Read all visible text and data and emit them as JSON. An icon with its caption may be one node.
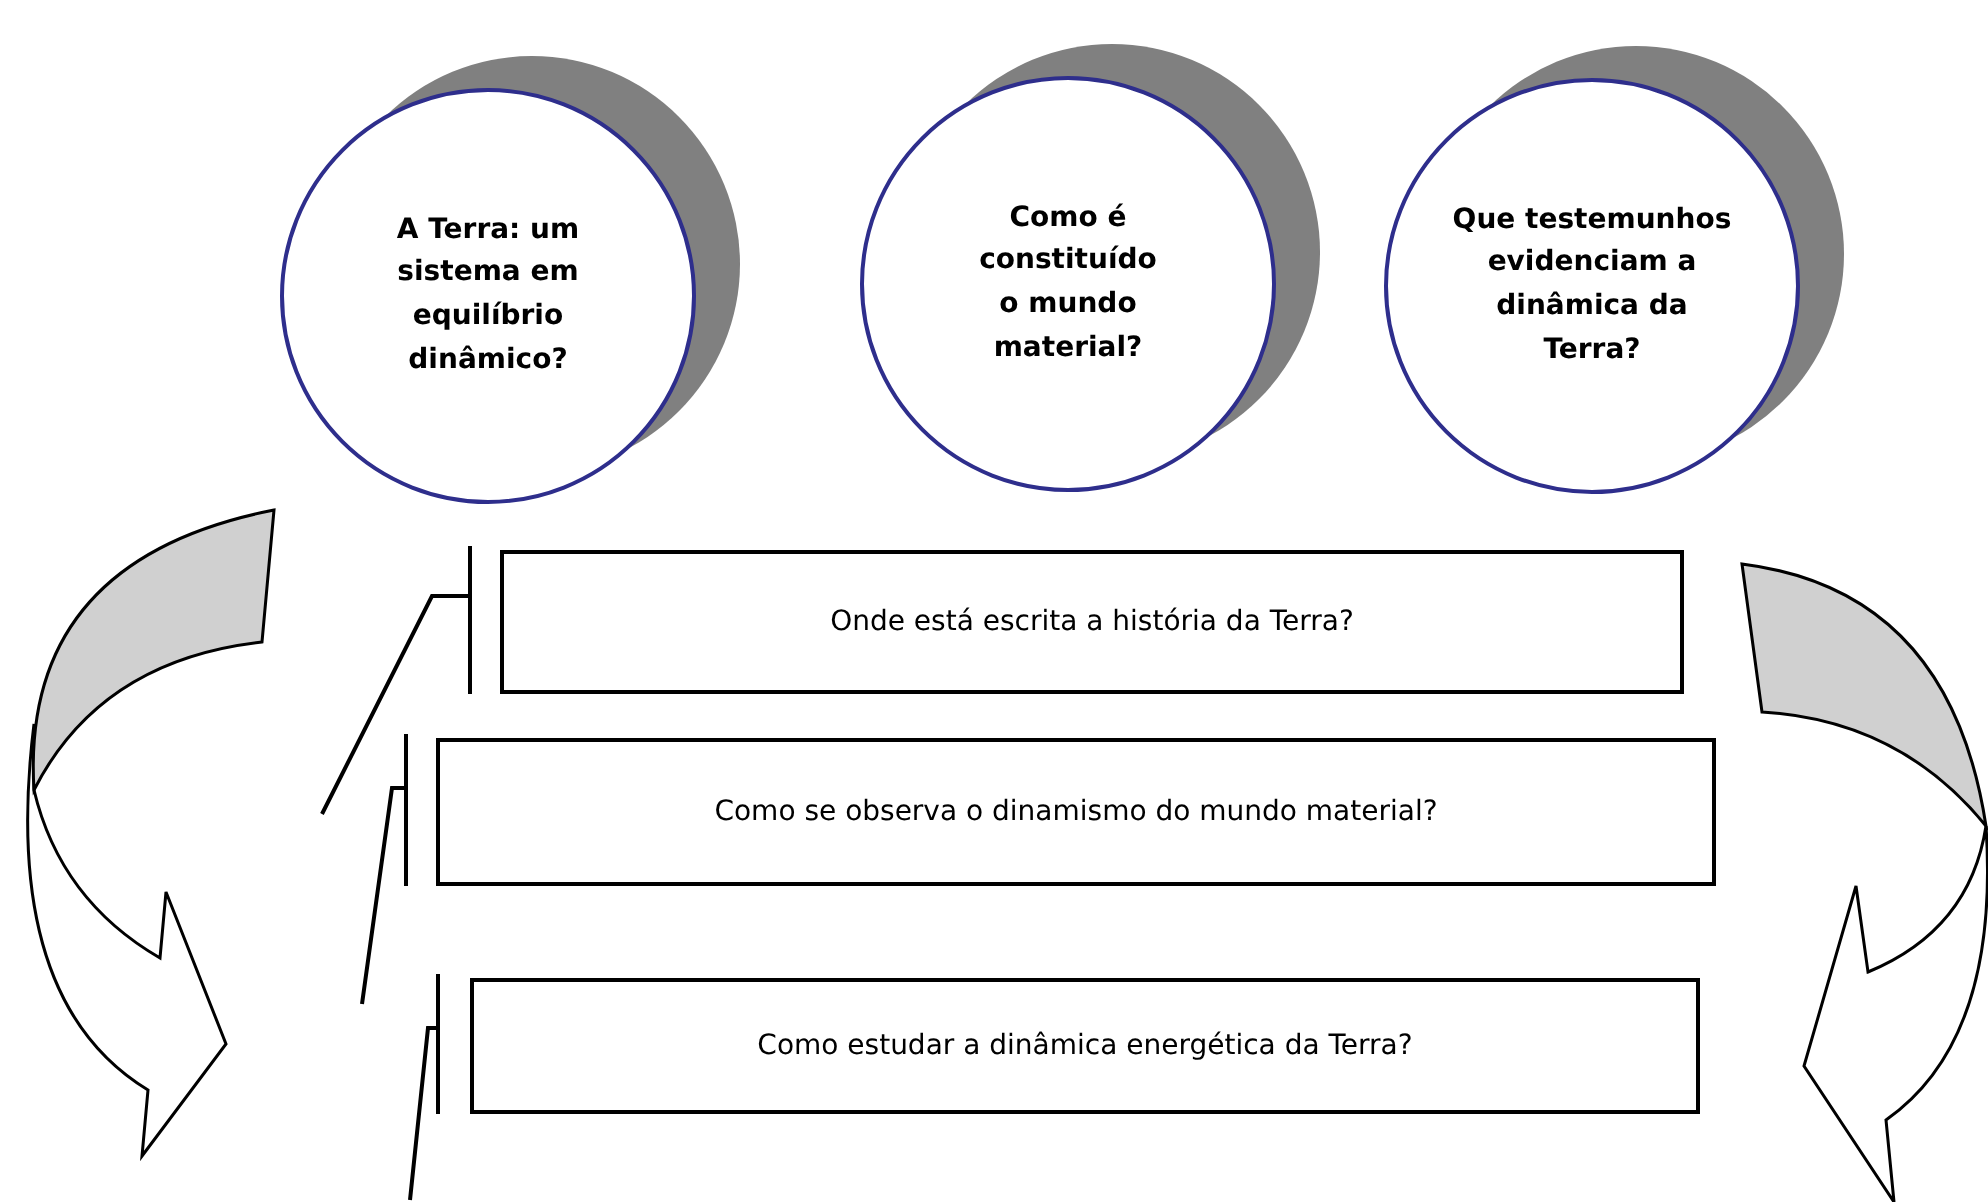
{
  "diagram": {
    "nodes": [
      {
        "text": [
          "A Terra: um sistema em equilíbrio dinâmico?"
        ]
      },
      {
        "text": [
          "Como é constituído o mundo material?"
        ]
      },
      {
        "text": [
          "Que testemunhos evidenciam a dinâmica da Terra?"
        ]
      },
      {
        "text": [
          "Onde está escrita a história da Terra?"
        ]
      },
      {
        "text": [
          "Como se observa o dinamismo do mundo material?"
        ]
      },
      {
        "text": [
          "Como estudar a dinâmica energética da Terra?"
        ]
      }
    ]
  }
}
